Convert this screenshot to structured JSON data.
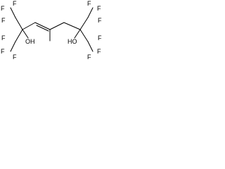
{
  "diagram": {
    "atoms": {
      "f1": "F",
      "f2": "F",
      "f3": "F",
      "f4": "F",
      "f5": "F",
      "f6": "F",
      "f7": "F",
      "f8": "F",
      "f9": "F",
      "f10": "F",
      "f11": "F",
      "f12": "F",
      "oh_left": "OH",
      "oh_right": "HO"
    },
    "colors": {
      "bond": "#000000",
      "text": "#000000",
      "background": "#ffffff"
    }
  }
}
